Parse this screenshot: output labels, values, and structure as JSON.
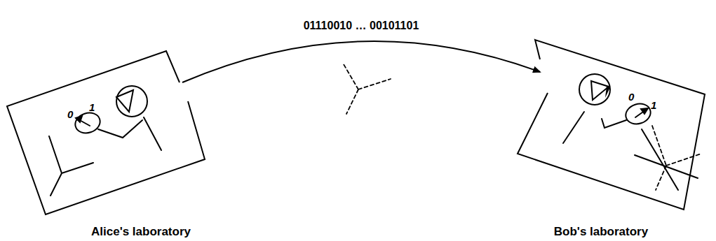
{
  "diagram": {
    "nodes": [
      {
        "text": [
          "Alice's laboratory"
        ]
      },
      {
        "text": [
          "Bob's laboratory"
        ]
      }
    ],
    "edges": [
      {
        "from": 0,
        "to": 1,
        "arrow": "to",
        "label": "01110010 … 00101101"
      }
    ],
    "labels": [
      "0",
      "1",
      "0",
      "1"
    ]
  }
}
